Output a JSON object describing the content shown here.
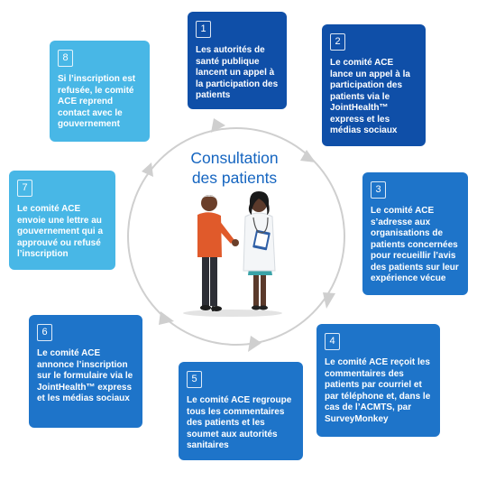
{
  "title_line1": "Consultation",
  "title_line2": "des patients",
  "colors": {
    "dark": "#0f4fa8",
    "mid": "#1e74c9",
    "light": "#48b7e6",
    "arrow": "#c9c9c9",
    "title": "#1565c0"
  },
  "steps": [
    {
      "num": "1",
      "text": "Les autorités de santé publique lancent un appel à la participation des patients"
    },
    {
      "num": "2",
      "text": "Le comité ACE lance un appel à la participation des patients via le JointHealth™ express et les médias sociaux"
    },
    {
      "num": "3",
      "text": "Le comité ACE s’adresse aux organisations de patients concernées pour recueillir l’avis des patients sur leur expérience vécue"
    },
    {
      "num": "4",
      "text": "Le comité ACE reçoit les commentaires des patients par courriel et par téléphone et, dans le cas de l’ACMTS, par SurveyMonkey"
    },
    {
      "num": "5",
      "text": "Le comité ACE regroupe tous les commentaires des patients et les soumet aux autorités sanitaires"
    },
    {
      "num": "6",
      "text": "Le comité ACE annonce l’inscription sur le formulaire via le JointHealth™ express et les médias sociaux"
    },
    {
      "num": "7",
      "text": "Le comité ACE envoie une lettre au gouvernement qui a approuvé ou refusé l’inscription"
    },
    {
      "num": "8",
      "text": "Si l’inscription est refusée, le comité ACE reprend contact avec le gouvernement"
    }
  ]
}
